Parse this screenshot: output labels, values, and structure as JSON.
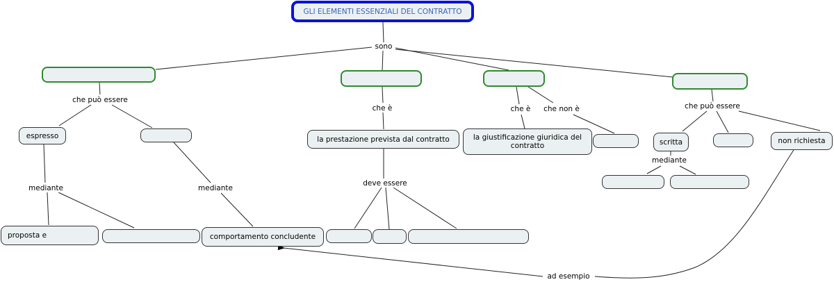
{
  "title": "GLI ELEMENTI ESSENZIALI DEL CONTRATTO",
  "colors": {
    "root_border": "#0a14d4",
    "root_text": "#3f63b8",
    "green_border": "#2e8b2e",
    "node_fill": "#ebf1f3",
    "node_border": "#333333"
  },
  "link_labels": {
    "sono": "sono",
    "che_puo_essere_1": "che può essere",
    "mediante_1": "mediante",
    "mediante_2": "mediante",
    "che_e_1": "che è",
    "deve_essere": "deve essere",
    "che_e_2": "che è",
    "che_non_e": "che non è",
    "che_puo_essere_2": "che può essere",
    "mediante_3": "mediante",
    "ad_esempio": "ad esempio"
  },
  "nodes": {
    "root": "GLI ELEMENTI ESSENZIALI DEL CONTRATTO",
    "element_1": "",
    "element_2": "",
    "element_3": "",
    "element_4": "",
    "espresso": "espresso",
    "blank_a": "",
    "proposta": "proposta e",
    "blank_b": "",
    "comportamento": "comportamento concludente",
    "prestazione": "la prestazione prevista dal contratto",
    "blank_c": "",
    "blank_d": "",
    "blank_e": "",
    "giustificazione": "la giustificazione giuridica del contratto",
    "blank_f": "",
    "scritta": "scritta",
    "blank_g": "",
    "non_richiesta": "non richiesta",
    "blank_h": "",
    "blank_i": ""
  }
}
